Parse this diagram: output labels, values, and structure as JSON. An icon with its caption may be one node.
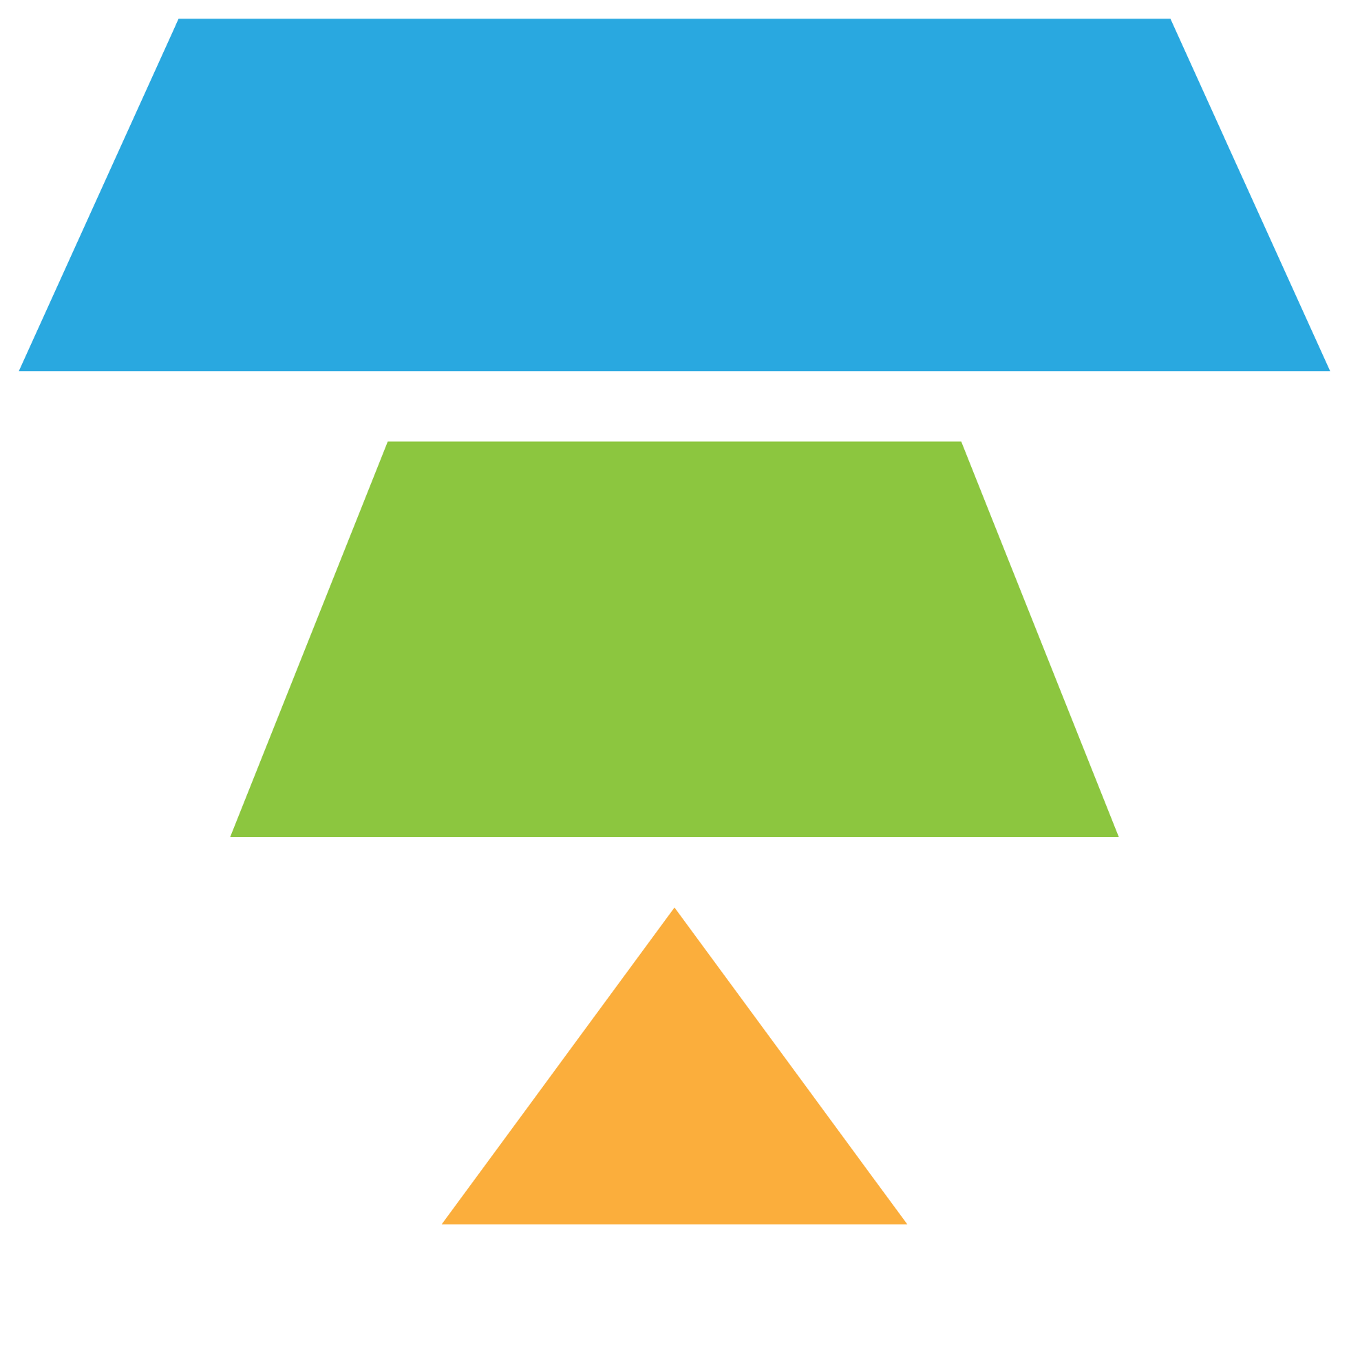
{
  "diagram": {
    "nodes": [
      {
        "text": [],
        "shape": "triangle"
      },
      {
        "text": [],
        "shape": "trapezoid"
      },
      {
        "text": [],
        "shape": "trapezoid"
      }
    ]
  }
}
